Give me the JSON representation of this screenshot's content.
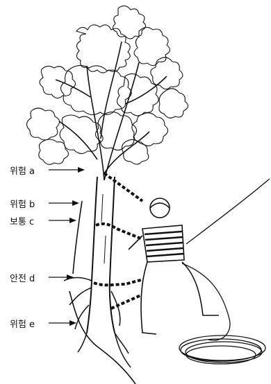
{
  "labels": {
    "a": "위험 a",
    "b": "위험 b",
    "c": "보통 c",
    "d": "안전 d",
    "e": "위험 e"
  }
}
